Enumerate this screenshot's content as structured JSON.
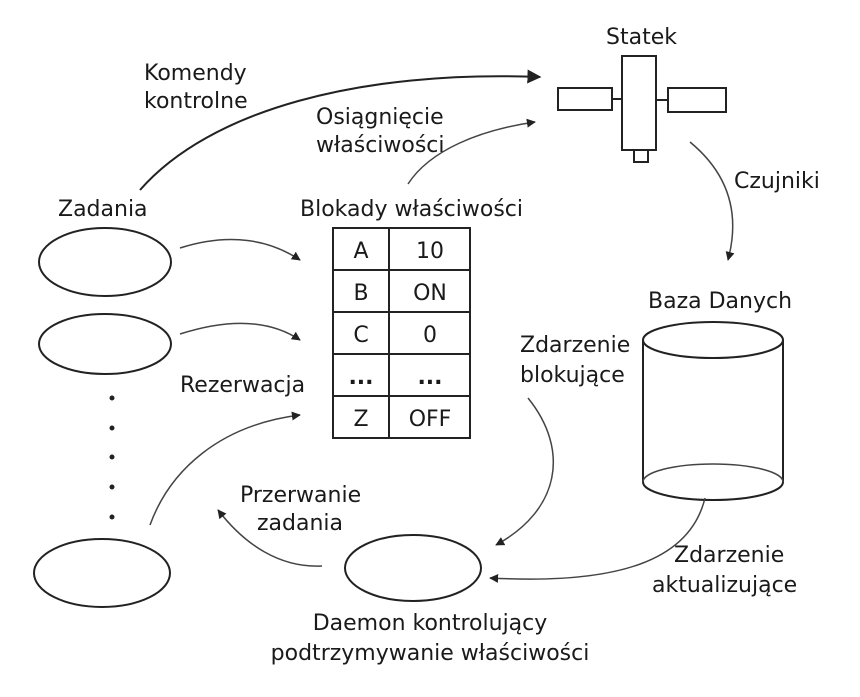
{
  "labels": {
    "ship": "Statek",
    "commands_line1": "Komendy",
    "commands_line2": "kontrolne",
    "achieve_line1": "Osiągnięcie",
    "achieve_line2": "właściwości",
    "sensors": "Czujniki",
    "tasks": "Zadania",
    "locks_title": "Blokady właściwości",
    "database": "Baza Danych",
    "block_event_line1": "Zdarzenie",
    "block_event_line2": "blokujące",
    "reservation": "Rezerwacja",
    "interrupt_line1": "Przerwanie",
    "interrupt_line2": "zadania",
    "update_event_line1": "Zdarzenie",
    "update_event_line2": "aktualizujące",
    "daemon_line1": "Daemon kontrolujący",
    "daemon_line2": "podtrzymywanie właściwości"
  },
  "locks_table": [
    {
      "key": "A",
      "value": "10"
    },
    {
      "key": "B",
      "value": "ON"
    },
    {
      "key": "C",
      "value": "0"
    },
    {
      "key": "...",
      "value": "..."
    },
    {
      "key": "Z",
      "value": "OFF"
    }
  ]
}
